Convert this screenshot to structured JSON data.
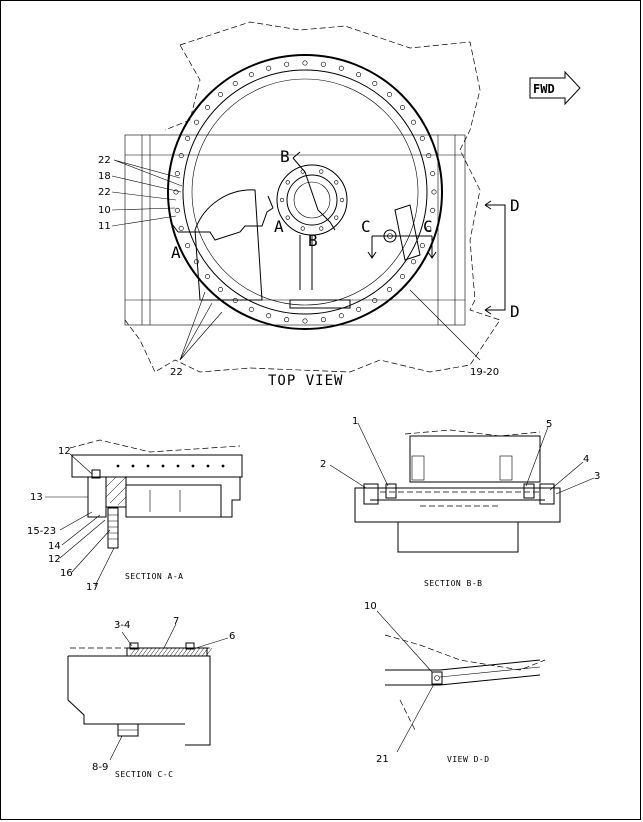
{
  "fwd_label": "FWD",
  "views": {
    "top": {
      "title": "TOP VIEW",
      "callouts": [
        "22",
        "18",
        "22",
        "10",
        "11",
        "22",
        "19-20"
      ],
      "section_marks": [
        "B",
        "B",
        "A",
        "A",
        "C",
        "C",
        "D",
        "D"
      ]
    },
    "section_aa": {
      "title": "SECTION A-A",
      "callouts": [
        "12",
        "13",
        "15-23",
        "14",
        "12",
        "16",
        "17"
      ]
    },
    "section_bb": {
      "title": "SECTION B-B",
      "callouts": [
        "1",
        "5",
        "2",
        "4",
        "3"
      ]
    },
    "section_cc": {
      "title": "SECTION C-C",
      "callouts": [
        "3-4",
        "7",
        "6",
        "8-9"
      ]
    },
    "view_dd": {
      "title": "VIEW D-D",
      "callouts": [
        "10",
        "21"
      ]
    }
  }
}
